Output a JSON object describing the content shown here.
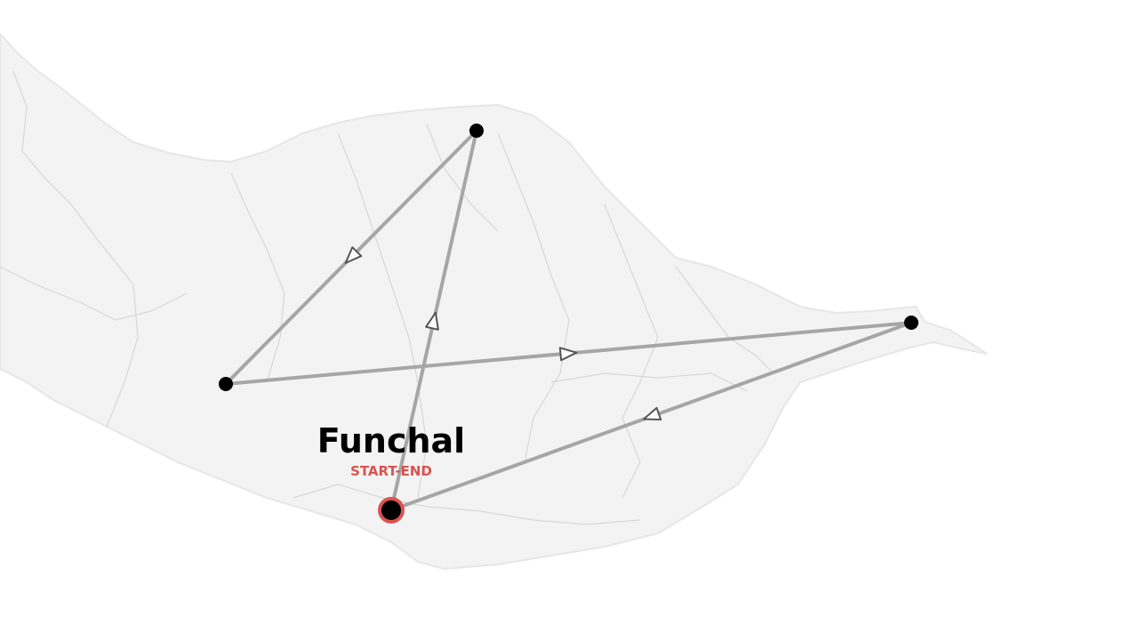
{
  "map": {
    "region": "Madeira",
    "land_color": "#f2f2f2",
    "border_color": "#dcdcdc",
    "route_color": "#a6a6a6",
    "arrow_color": "#555555",
    "stop_color": "#000000",
    "start_ring_color": "#d9534f"
  },
  "stops": [
    {
      "id": "funchal",
      "name": "Funchal",
      "tag": "START-END",
      "is_start": true
    },
    {
      "id": "north",
      "name": "",
      "tag": "",
      "is_start": false
    },
    {
      "id": "west",
      "name": "",
      "tag": "",
      "is_start": false
    },
    {
      "id": "east",
      "name": "",
      "tag": "",
      "is_start": false
    }
  ],
  "route": [
    "funchal",
    "north",
    "west",
    "east",
    "funchal"
  ],
  "labels": {
    "start_city": "Funchal",
    "start_tag": "START-END"
  }
}
